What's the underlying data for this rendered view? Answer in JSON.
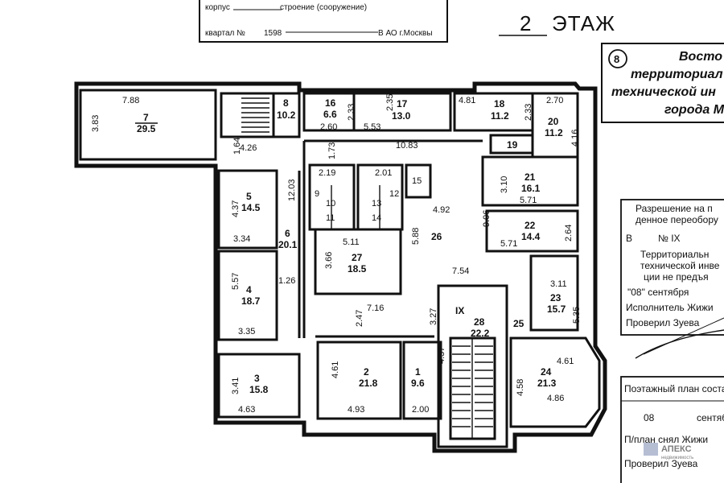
{
  "header_form": {
    "korpus_label": "корпус",
    "stroenie_label": "строение (сооружение)",
    "kvartal_label": "квартал №",
    "kvartal_value": "1598",
    "district": "В АО г.Москвы"
  },
  "floor_title": {
    "number": "2",
    "word": "ЭТАЖ"
  },
  "stamp_top": {
    "badge": "8",
    "lines": [
      "Восто",
      "территориал",
      "технической ин",
      "города М"
    ]
  },
  "permit_box": {
    "lines": [
      "Разрешение на п",
      "денное переобору",
      "В",
      "№ IX",
      "Территориальн",
      "технической инве",
      "ции не предъя",
      "\"08\"  сентября",
      "Исполнитель Жижи",
      "Проверил Зуева"
    ]
  },
  "plan_box": {
    "lines": [
      "Поэтажный план состав",
      "08",
      "сентяб",
      "П/план снял  Жижи",
      "Проверил  Зуева"
    ]
  },
  "watermark": {
    "brand": "АПЕКС",
    "sub": "недвижимость"
  },
  "rooms": [
    {
      "id": "7",
      "area": "29.5"
    },
    {
      "id": "8",
      "area": "10.2"
    },
    {
      "id": "16",
      "area": "6.6"
    },
    {
      "id": "17",
      "area": "13.0"
    },
    {
      "id": "18",
      "area": "11.2"
    },
    {
      "id": "20",
      "area": "11.2"
    },
    {
      "id": "19",
      "area": ""
    },
    {
      "id": "21",
      "area": "16.1"
    },
    {
      "id": "22",
      "area": "14.4"
    },
    {
      "id": "23",
      "area": "15.7"
    },
    {
      "id": "24",
      "area": "21.3"
    },
    {
      "id": "25",
      "area": ""
    },
    {
      "id": "26",
      "area": ""
    },
    {
      "id": "27",
      "area": "18.5"
    },
    {
      "id": "28",
      "area": "22.2"
    },
    {
      "id": "5",
      "area": "14.5"
    },
    {
      "id": "6",
      "area": "20.1"
    },
    {
      "id": "4",
      "area": "18.7"
    },
    {
      "id": "3",
      "area": "15.8"
    },
    {
      "id": "2",
      "area": "21.8"
    },
    {
      "id": "1",
      "area": "9.6"
    },
    {
      "id": "9",
      "area": ""
    },
    {
      "id": "10",
      "area": ""
    },
    {
      "id": "11",
      "area": ""
    },
    {
      "id": "12",
      "area": ""
    },
    {
      "id": "13",
      "area": ""
    },
    {
      "id": "14",
      "area": ""
    },
    {
      "id": "15",
      "area": ""
    }
  ],
  "dimensions": [
    "7.88",
    "3.83",
    "4.26",
    "1.64",
    "2.60",
    "2.33",
    "2.35",
    "5.53",
    "4.81",
    "2.33",
    "2.70",
    "4.16",
    "1.73",
    "10.83",
    "2.19",
    "2.01",
    "4.37",
    "12.03",
    "3.34",
    "3.10",
    "5.71",
    "4.92",
    "9.06",
    "5.71",
    "2.64",
    "5.11",
    "5.88",
    "3.66",
    "5.57",
    "1.26",
    "3.35",
    "7.54",
    "3.11",
    "5.35",
    "7.16",
    "2.47",
    "3.27",
    "4.61",
    "4.58",
    "4.86",
    "4.61",
    "4.37",
    "4.93",
    "2.00",
    "3.41",
    "4.63"
  ],
  "section_mark": "IX"
}
